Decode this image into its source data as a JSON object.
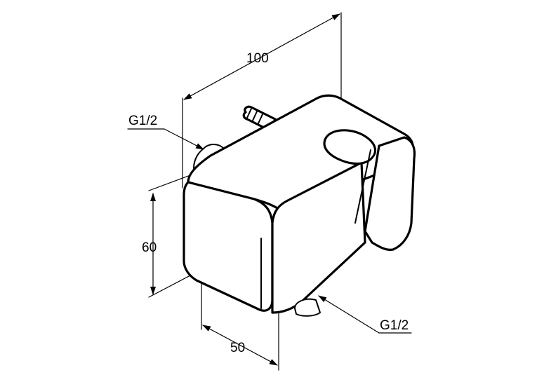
{
  "dimensions": {
    "width_top": "100",
    "height_left": "60",
    "depth_bottom": "50"
  },
  "callouts": {
    "thread_inlet": "G1/2",
    "thread_outlet": "G1/2"
  },
  "colors": {
    "line": "#000000",
    "background": "#ffffff"
  }
}
